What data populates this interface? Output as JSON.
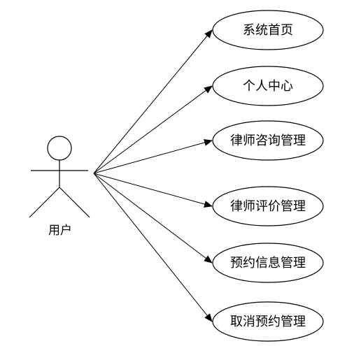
{
  "actor": {
    "label": "用户"
  },
  "use_cases": [
    {
      "label": "系统首页"
    },
    {
      "label": "个人中心"
    },
    {
      "label": "律师咨询管理"
    },
    {
      "label": "律师评价管理"
    },
    {
      "label": "预约信息管理"
    },
    {
      "label": "取消预约管理"
    }
  ]
}
